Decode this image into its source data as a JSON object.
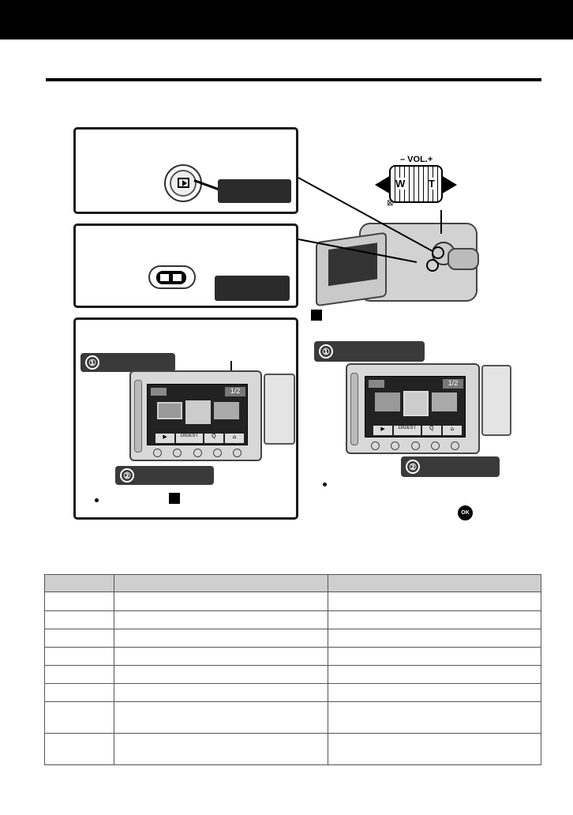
{
  "camera_panel": {
    "zoom_lever": {
      "vol_label": "– VOL.+",
      "wide_label": "W",
      "tele_label": "T",
      "index_icon": "⊠"
    }
  },
  "screen_left": {
    "page_indicator": "1/2",
    "toolbar_buttons": [
      "▶",
      "DIGEST",
      "Q",
      "⌂"
    ]
  },
  "screen_right": {
    "page_indicator": "1/2",
    "toolbar_buttons": [
      "▶",
      "DIGEST",
      "Q",
      "⌂"
    ]
  },
  "step_markers": [
    "①",
    "②"
  ],
  "ok_icon_label": "OK",
  "table": {
    "header_cells": [
      "",
      "",
      ""
    ],
    "rows": [
      [
        "",
        "",
        ""
      ],
      [
        "",
        "",
        ""
      ],
      [
        "",
        "",
        ""
      ],
      [
        "",
        "",
        ""
      ],
      [
        "",
        "",
        ""
      ],
      [
        "",
        "",
        ""
      ],
      [
        "",
        "",
        ""
      ],
      [
        "",
        "",
        ""
      ]
    ]
  },
  "icons": {
    "play_icon": "play-icon",
    "mode_icon": "video-photo-mode-icon",
    "ok_icon": "ok-icon"
  },
  "colors": {
    "header": "#000000",
    "label_box": "#2b2b2b",
    "table_header": "#cfcfcf"
  }
}
